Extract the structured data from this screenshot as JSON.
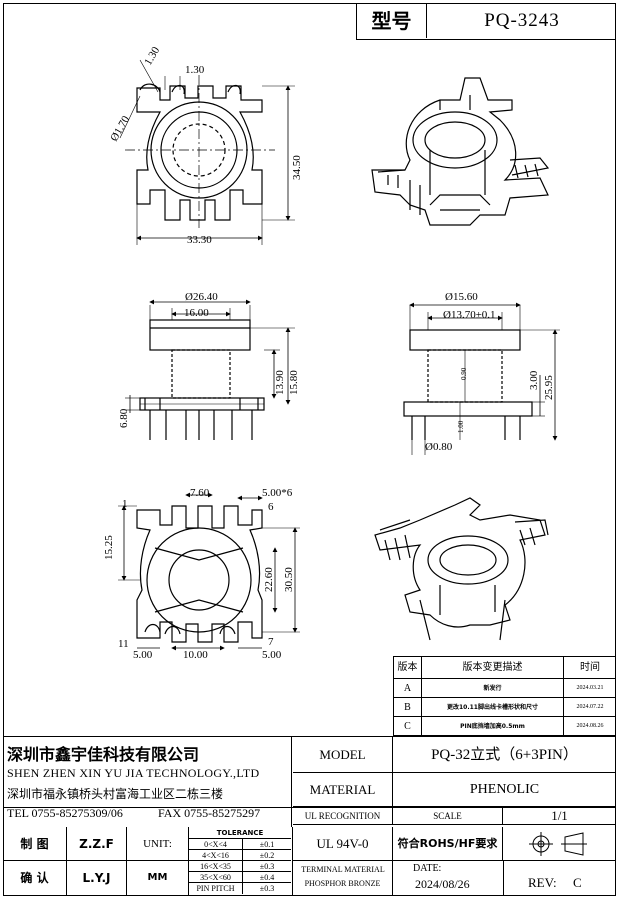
{
  "header": {
    "type_label": "型号",
    "model_code": "PQ-3243"
  },
  "dimensions": {
    "top_view": {
      "fillet_a": "1.30",
      "slot_b": "1.30",
      "pin_hole_c": "Ø1.70",
      "height_d": "34.50",
      "width_e": "33.30"
    },
    "front_view": {
      "flange_f": "Ø26.40",
      "core_g": "16.00",
      "winding_h": "13.90",
      "height_i": "15.80",
      "base_j": "6.80"
    },
    "side_view": {
      "flange_k": "Ø15.60",
      "inner_l": "Ø13.70±0.1",
      "wall_m": "0.90",
      "wall_n": "1.00",
      "pin_o": "Ø0.80",
      "height_p": "3.00",
      "total_q": "25.95"
    },
    "bottom_view": {
      "pitch_r": "7.60",
      "pin_pitch_s": "5.00*6",
      "pin_1": "1",
      "pin_6": "6",
      "pin_11": "11",
      "pin_7": "7",
      "height_left": "15.25",
      "inner_t": "22.60",
      "outer_u": "30.50",
      "span_v": "5.00",
      "span_w": "10.00",
      "span_x": "5.00"
    }
  },
  "revisions": {
    "headers": [
      "版本",
      "版本变更描述",
      "时间"
    ],
    "rows": [
      {
        "ver": "A",
        "desc": "新发行",
        "date": "2024.03.21"
      },
      {
        "ver": "B",
        "desc": "更改10.11脚出线卡槽形状和尺寸",
        "date": "2024.07.22"
      },
      {
        "ver": "C",
        "desc": "PIN底挡墙加高0.5mm",
        "date": "2024.08.26"
      }
    ]
  },
  "title_block": {
    "company_cn": "深圳市鑫宇佳科技有限公司",
    "company_en": "SHEN ZHEN XIN YU JIA TECHNOLOGY.,LTD",
    "address": "深圳市福永镇桥头村富海工业区二栋三楼",
    "tel": "TEL 0755-85275309/06",
    "fax": "FAX 0755-85275297",
    "model_label": "MODEL",
    "model_value": "PQ-32立式（6+3PIN）",
    "material_label": "MATERIAL",
    "material_value": "PHENOLIC",
    "ul_label": "UL RECOGNITION",
    "ul_value": "UL 94V-0",
    "scale_label": "SCALE",
    "scale_value": "1/1",
    "rohs": "符合ROHS/HF要求",
    "terminal_label": "TERMINAL MATERIAL",
    "terminal_value": "PHOSPHOR BRONZE",
    "date_label": "DATE:",
    "date_value": "2024/08/26",
    "rev_label": "REV:",
    "rev_value": "C",
    "drawn_label": "制  图",
    "drawn_value": "Z.Z.F",
    "check_label": "确  认",
    "check_value": "L.Y.J",
    "unit_label": "UNIT:",
    "unit_value": "MM",
    "tolerance": {
      "title": "TOLERANCE",
      "rows": [
        {
          "range": "0<X<4",
          "tol": "±0.1"
        },
        {
          "range": "4<X<16",
          "tol": "±0.2"
        },
        {
          "range": "16<X<35",
          "tol": "±0.3"
        },
        {
          "range": "35<X<60",
          "tol": "±0.4"
        },
        {
          "range": "PIN PITCH",
          "tol": "±0.3"
        }
      ]
    }
  }
}
